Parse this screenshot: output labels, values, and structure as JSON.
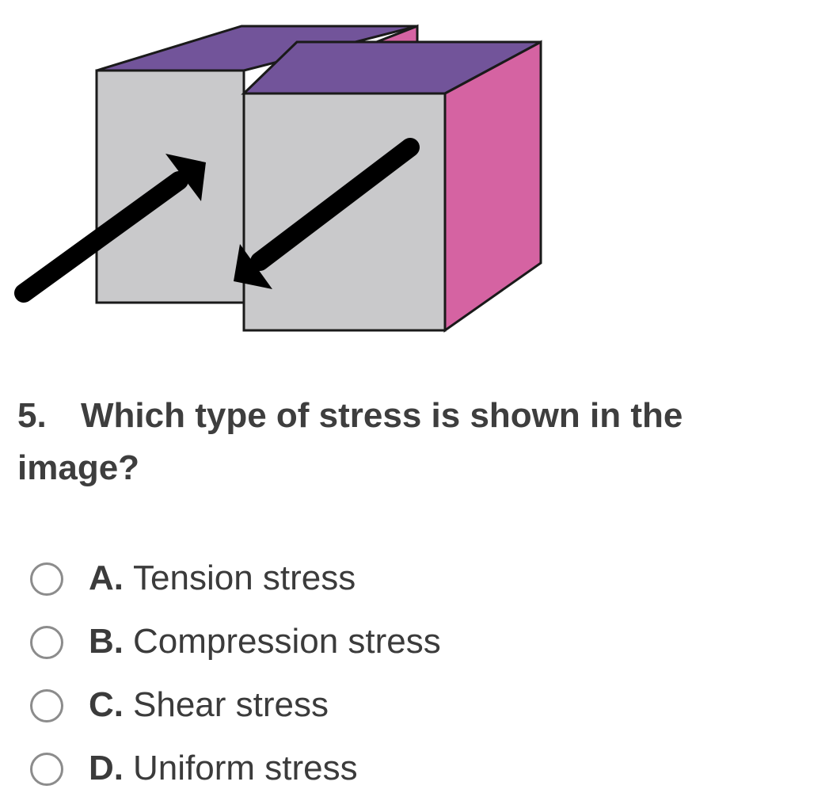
{
  "figure": {
    "icon": "shear-stress-blocks-diagram",
    "colors": {
      "top_face": "#72549a",
      "side_face": "#d563a2",
      "front_face": "#c9c9cb",
      "outline": "#1a1a1a",
      "arrow": "#000000"
    }
  },
  "question": {
    "number": "5.",
    "text": "Which type of stress is shown in the image?"
  },
  "options": [
    {
      "letter": "A.",
      "label": "Tension stress"
    },
    {
      "letter": "B.",
      "label": "Compression stress"
    },
    {
      "letter": "C.",
      "label": "Shear stress"
    },
    {
      "letter": "D.",
      "label": "Uniform stress"
    }
  ]
}
